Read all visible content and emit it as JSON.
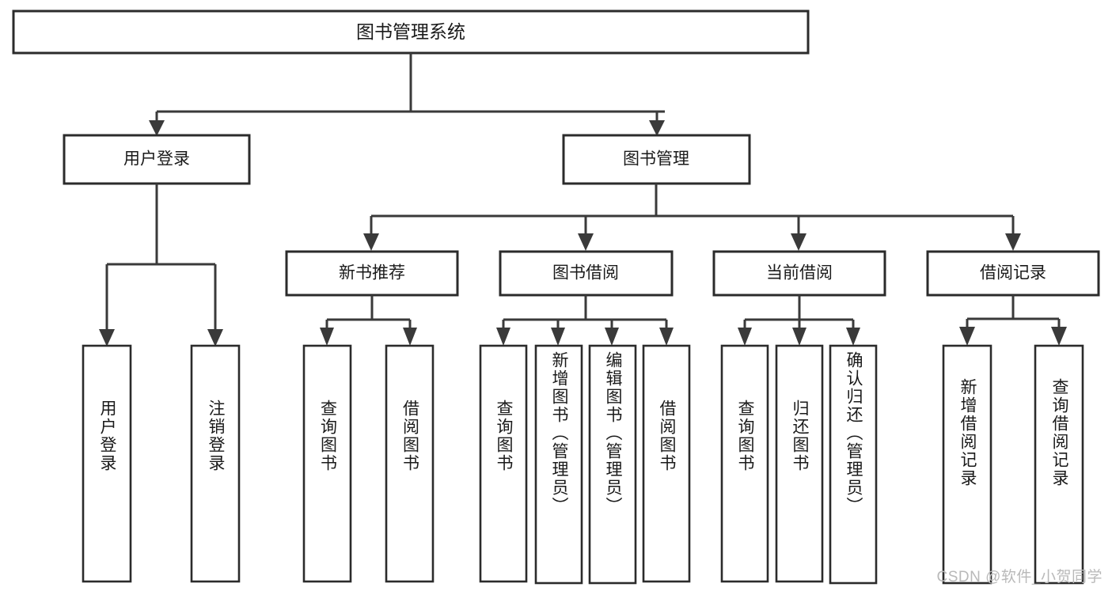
{
  "diagram": {
    "type": "tree",
    "title": "图书管理系统",
    "root": {
      "label": "图书管理系统",
      "id": "root-book-management-system"
    },
    "level2": [
      {
        "id": "user-login",
        "label": "用户登录"
      },
      {
        "id": "book-management",
        "label": "图书管理"
      }
    ],
    "level3": [
      {
        "id": "new-book-recommend",
        "label": "新书推荐",
        "parent": "book-management"
      },
      {
        "id": "book-borrow",
        "label": "图书借阅",
        "parent": "book-management"
      },
      {
        "id": "current-borrow",
        "label": "当前借阅",
        "parent": "book-management"
      },
      {
        "id": "borrow-record",
        "label": "借阅记录",
        "parent": "book-management"
      }
    ],
    "leaves": {
      "user_login": [
        {
          "id": "leaf-user-login",
          "label": "用户登录"
        },
        {
          "id": "leaf-logout-login",
          "label": "注销登录"
        }
      ],
      "new_book_recommend": [
        {
          "id": "leaf-query-book-1",
          "label": "查询图书"
        },
        {
          "id": "leaf-borrow-book-1",
          "label": "借阅图书"
        }
      ],
      "book_borrow": [
        {
          "id": "leaf-query-book-2",
          "label": "查询图书"
        },
        {
          "id": "leaf-add-book-admin",
          "label": "新增图书（管理员）"
        },
        {
          "id": "leaf-edit-book-admin",
          "label": "编辑图书（管理员）"
        },
        {
          "id": "leaf-borrow-book-2",
          "label": "借阅图书"
        }
      ],
      "current_borrow": [
        {
          "id": "leaf-query-book-3",
          "label": "查询图书"
        },
        {
          "id": "leaf-return-book",
          "label": "归还图书"
        },
        {
          "id": "leaf-confirm-return-admin",
          "label": "确认归还（管理员）"
        }
      ],
      "borrow_record": [
        {
          "id": "leaf-add-borrow-record",
          "label": "新增借阅记录"
        },
        {
          "id": "leaf-query-borrow-record",
          "label": "查询借阅记录"
        }
      ]
    }
  },
  "watermark": {
    "text": "CSDN @软件_小贺同学"
  },
  "colors": {
    "background": "#ffffff",
    "stroke": "#2b2b2b",
    "connector": "#3a3a3a",
    "text": "#1a1a1a",
    "watermark": "#b9b9b9"
  }
}
